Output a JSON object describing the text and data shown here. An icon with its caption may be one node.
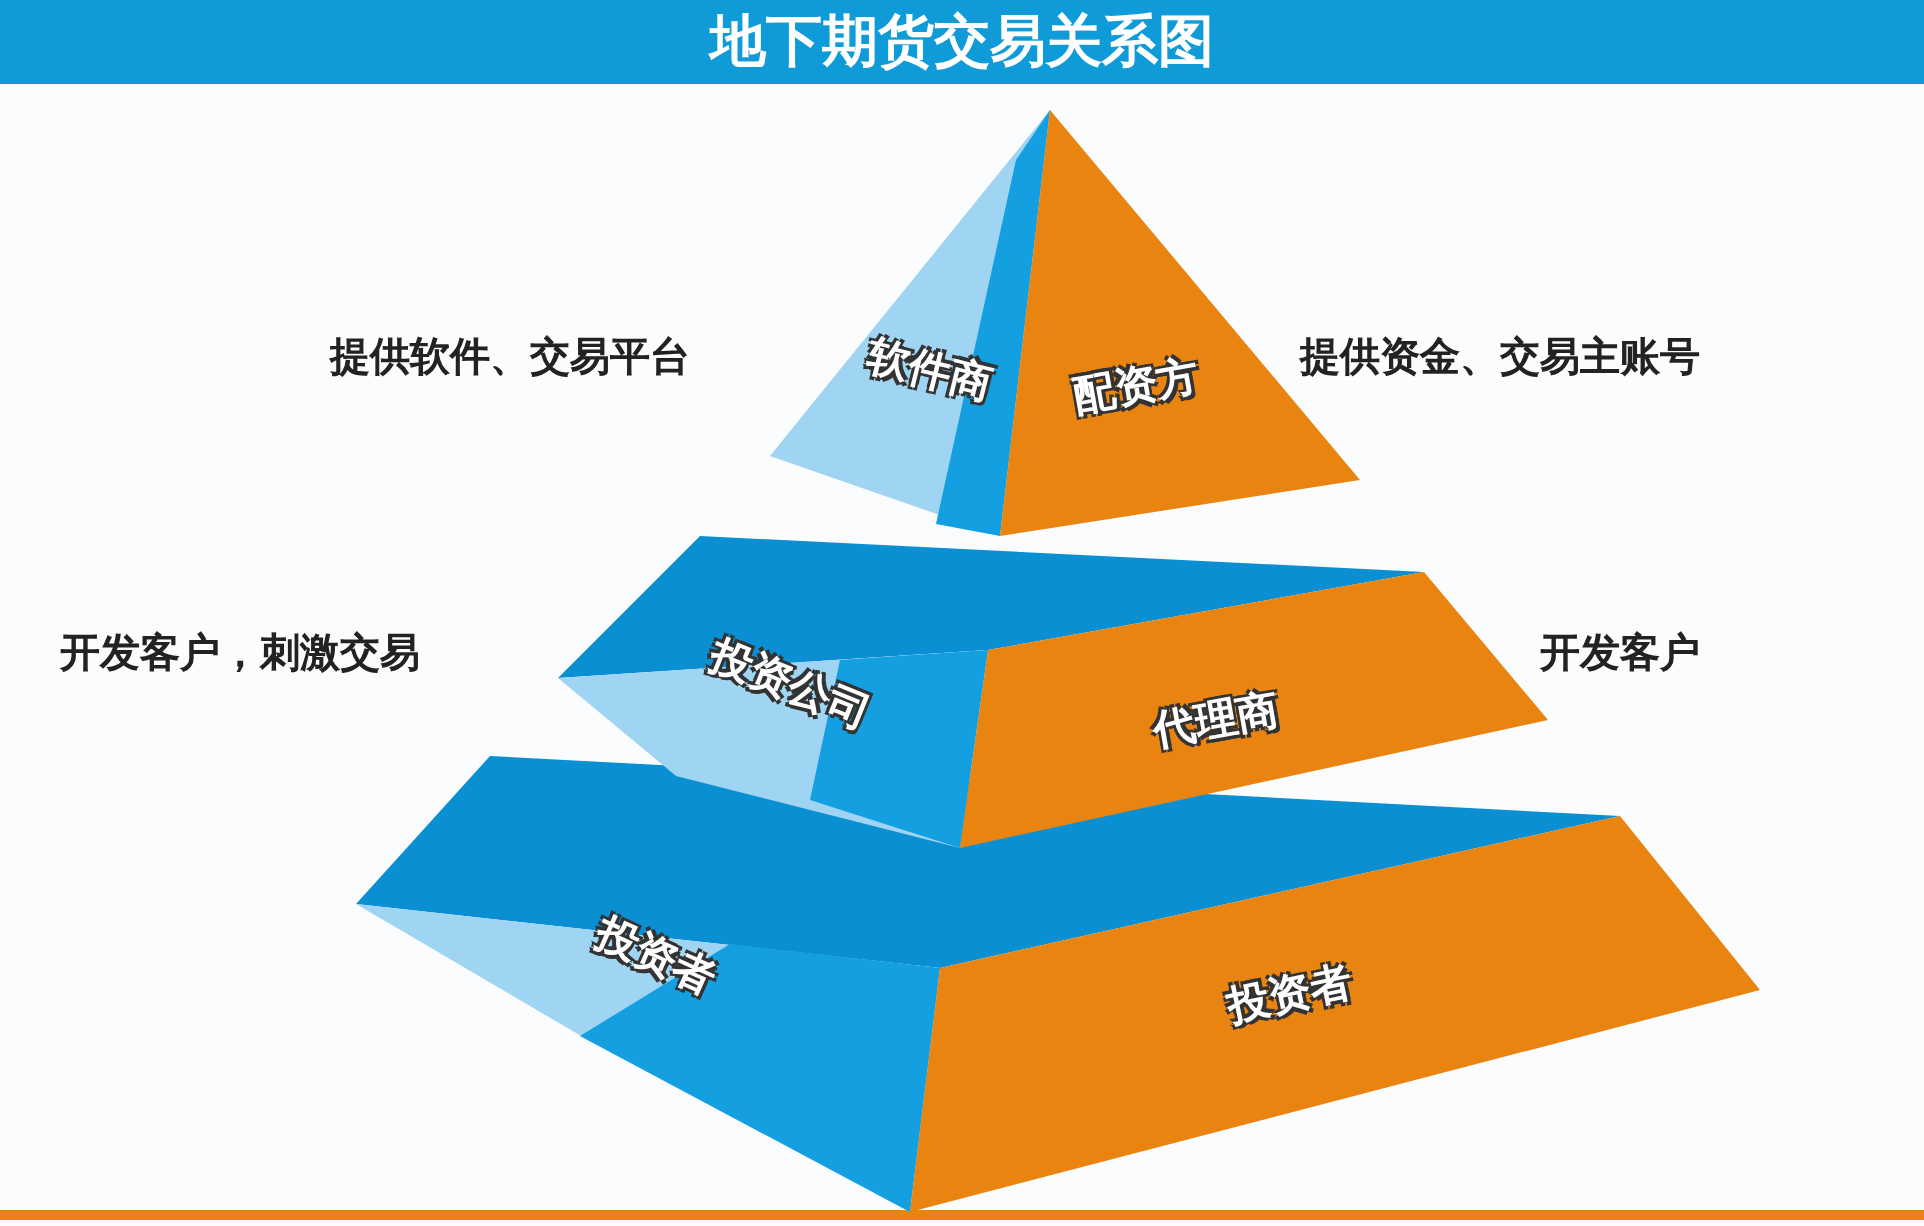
{
  "diagram": {
    "title": "地下期货交易关系图",
    "nodes": [
      {
        "text": [
          "软件商"
        ]
      },
      {
        "text": [
          "配资方"
        ]
      },
      {
        "text": [
          "投资公司"
        ]
      },
      {
        "text": [
          "代理商"
        ]
      },
      {
        "text": [
          "投资者"
        ]
      },
      {
        "text": [
          "投资者"
        ]
      }
    ],
    "labels": [
      "提供软件、交易平台",
      "提供资金、交易主账号",
      "开发客户，刺激交易",
      "开发客户"
    ]
  }
}
